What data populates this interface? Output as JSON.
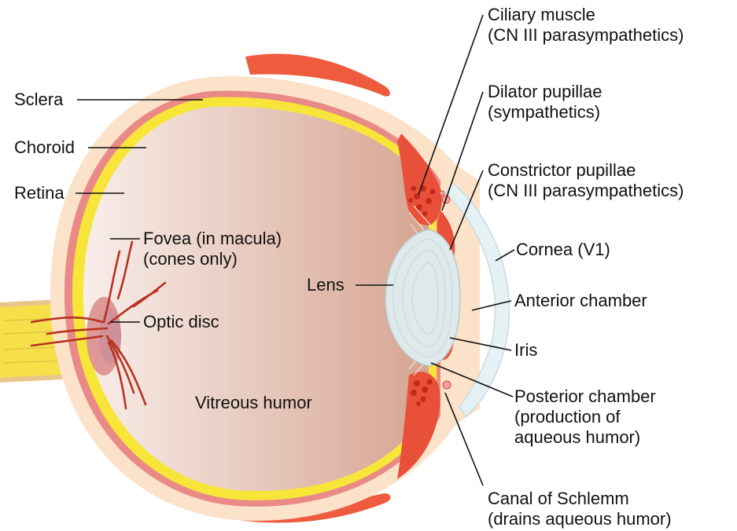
{
  "colors": {
    "sclera": "#fbe2c9",
    "choroid": "#e98a86",
    "retina": "#f7e53a",
    "vitreous_light": "#f8eeea",
    "vitreous_dark": "#d6a491",
    "muscle": "#e8503a",
    "muscle_dark": "#c42a1a",
    "lens": "#dde9ea",
    "cornea": "#e6f1f4",
    "vessel": "#b8321f",
    "nerve": "#f6e04a"
  },
  "labels": {
    "sclera": "Sclera",
    "choroid": "Choroid",
    "retina": "Retina",
    "fovea_1": "Fovea (in macula)",
    "fovea_2": "(cones only)",
    "optic_disc": "Optic disc",
    "vitreous": "Vitreous humor",
    "lens": "Lens",
    "ciliary_1": "Ciliary muscle",
    "ciliary_2": "(CN III parasympathetics)",
    "dilator_1": "Dilator pupillae",
    "dilator_2": "(sympathetics)",
    "constrictor_1": "Constrictor pupillae",
    "constrictor_2": "(CN III parasympathetics)",
    "cornea": "Cornea (V1)",
    "anterior": "Anterior chamber",
    "iris": "Iris",
    "posterior_1": "Posterior chamber",
    "posterior_2": "(production of",
    "posterior_3": "aqueous humor)",
    "schlemm_1": "Canal of Schlemm",
    "schlemm_2": "(drains aqueous humor)"
  }
}
